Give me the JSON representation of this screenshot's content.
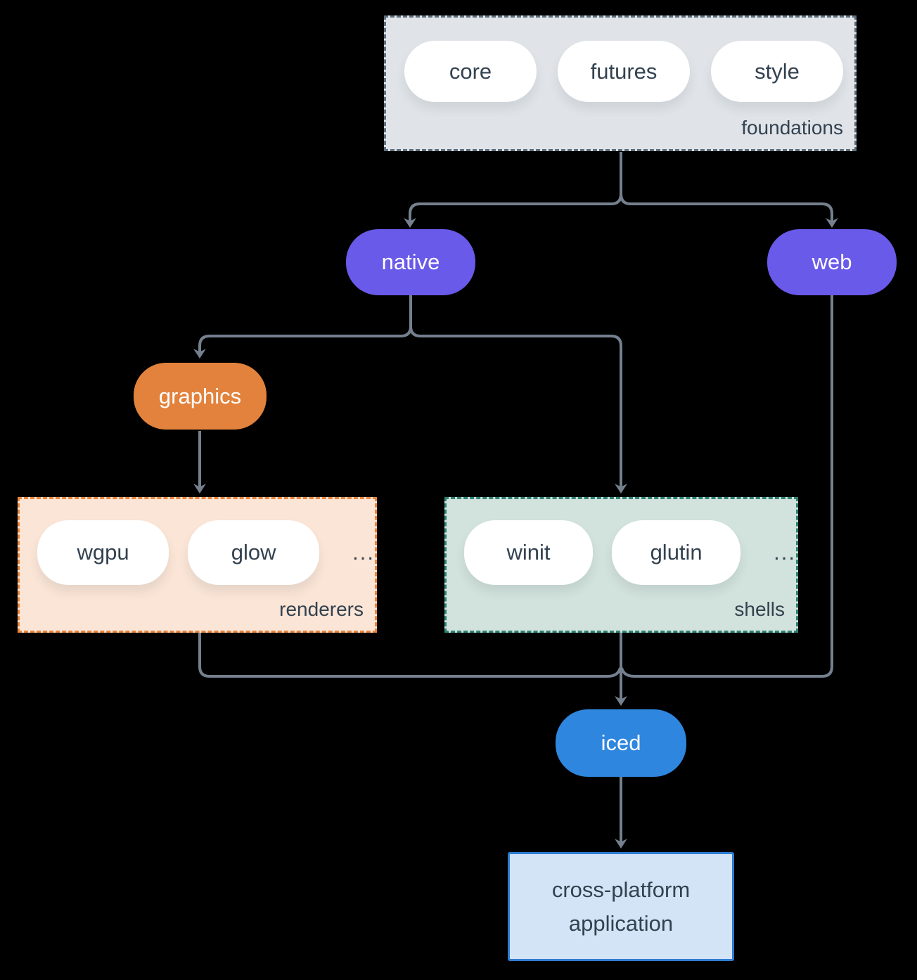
{
  "diagram": {
    "foundations": {
      "label": "foundations",
      "pills": [
        "core",
        "futures",
        "style"
      ],
      "fill": "#e0e4e8",
      "border_color": "#5f6e7e"
    },
    "native": {
      "label": "native",
      "fill": "#695ae9"
    },
    "web": {
      "label": "web",
      "fill": "#695ae9"
    },
    "graphics": {
      "label": "graphics",
      "fill": "#e2823c"
    },
    "renderers": {
      "label": "renderers",
      "pills": [
        "wgpu",
        "glow"
      ],
      "ellipsis": "...",
      "fill": "#fbe5d6",
      "border_color": "#e8843c"
    },
    "shells": {
      "label": "shells",
      "pills": [
        "winit",
        "glutin"
      ],
      "ellipsis": "...",
      "fill": "#d2e2dc",
      "border_color": "#2e8273"
    },
    "iced": {
      "label": "iced",
      "fill": "#2e86de"
    },
    "application": {
      "label": "cross-platform application",
      "fill": "#d4e4f7",
      "border_color": "#2e7cd0"
    },
    "colors": {
      "background": "#000000",
      "connector": "#74808e",
      "text_dark": "#334250",
      "text_light": "#ffffff"
    }
  }
}
